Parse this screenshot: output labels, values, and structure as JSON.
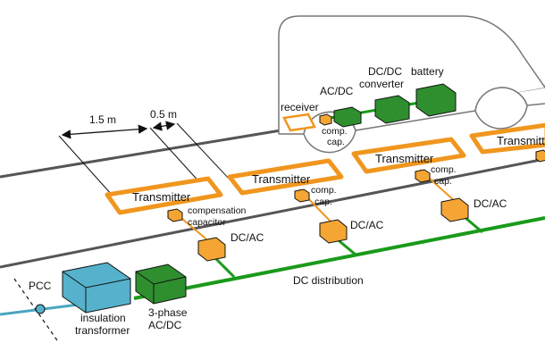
{
  "labels": {
    "dim_1": "1.5 m",
    "dim_2": "0.5 m",
    "transmitter": "Transmitter",
    "transmitter_cut": "Transmitt",
    "compensation_capacitor": [
      "compensation",
      "capacitor"
    ],
    "comp_cap": [
      "comp.",
      "cap."
    ],
    "dcac": "DC/AC",
    "receiver": "receiver",
    "acdc": "AC/DC",
    "dcdc_converter": [
      "DC/DC",
      "converter"
    ],
    "battery": "battery",
    "dc_distribution": "DC distribution",
    "pcc": "PCC",
    "insulation_transformer": [
      "insulation",
      "transformer"
    ],
    "three_phase_acdc": [
      "3-phase",
      "AC/DC"
    ]
  },
  "colors": {
    "transmitter_coil": "#f0961e",
    "converter_orange": "#f4a534",
    "dc_line_green": "#1a9a1a",
    "box_green": "#2f8f2f",
    "ac_line_blue": "#4aa6c0",
    "transformer_blue": "#56b2cc",
    "road_line": "#555555"
  }
}
